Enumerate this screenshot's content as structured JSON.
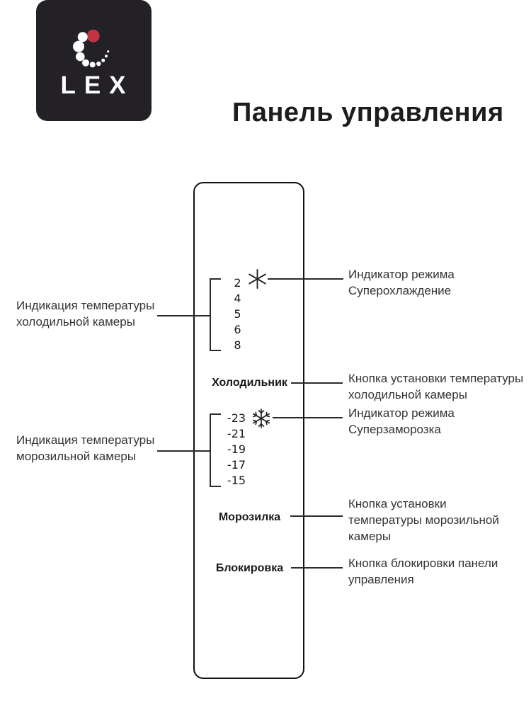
{
  "meta": {
    "title": "Панель управления"
  },
  "logo": {
    "brand": "LEX"
  },
  "panel": {
    "fridge": {
      "values": [
        "2",
        "4",
        "5",
        "6",
        "8"
      ],
      "button_label": "Холодильник"
    },
    "freezer": {
      "values": [
        "-23",
        "-21",
        "-19",
        "-17",
        "-15"
      ],
      "button_label": "Морозилка"
    },
    "lock": {
      "button_label": "Блокировка"
    },
    "icons": {
      "supercool": "asterisk-supercool-icon",
      "superfreeze": "snowflake-superfreeze-icon"
    }
  },
  "annotations": {
    "left": [
      {
        "text": "Индикация температуры\nхолодильной камеры"
      },
      {
        "text": "Индикация температуры\nморозильной камеры"
      }
    ],
    "right": [
      {
        "text": "Индикатор режима\nСуперохлаждение"
      },
      {
        "text": "Кнопка установки температуры\nхолодильной камеры"
      },
      {
        "text": "Индикатор режима\nСуперзаморозка"
      },
      {
        "text": "Кнопка установки\nтемпературы морозильной\nкамеры"
      },
      {
        "text": "Кнопка блокировки панели\nуправления"
      }
    ]
  },
  "colors": {
    "logo_bg": "#232126",
    "logo_red_dot": "#c23540",
    "panel_border": "#121212",
    "callout_line": "#2b2b2b",
    "annotation_text": "#333333",
    "title_text": "#1d1d1f"
  }
}
